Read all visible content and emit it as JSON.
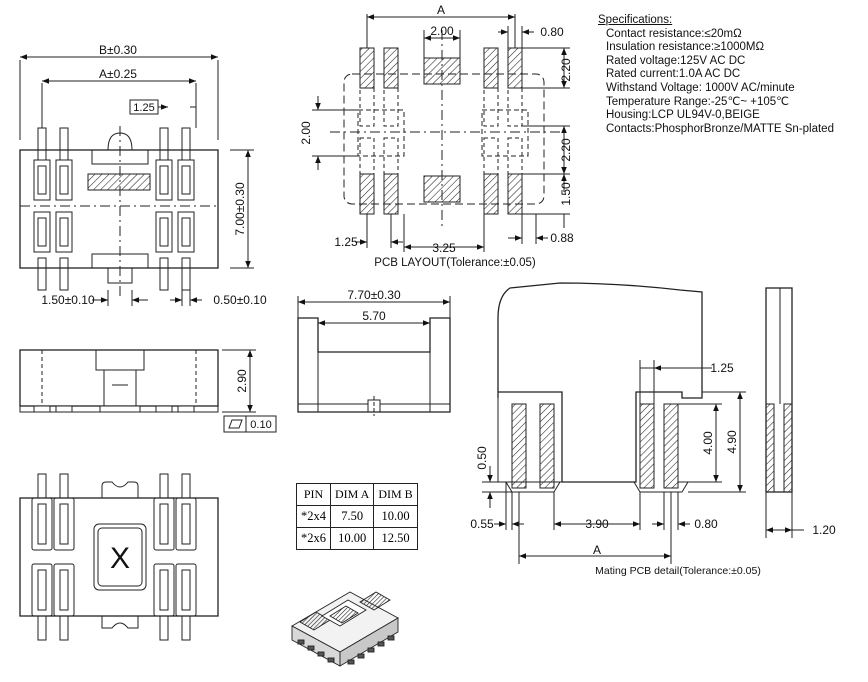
{
  "specifications": {
    "heading": "Specifications:",
    "lines": [
      "Contact resistance:≤20mΩ",
      "Insulation resistance:≥1000MΩ",
      "Rated voltage:125V AC DC",
      "Rated current:1.0A AC DC",
      "Withstand Voltage: 1000V AC/minute",
      "Temperature Range:-25℃~ +105℃",
      "Housing:LCP UL94V-0,BEIGE",
      "Contacts:PhosphorBronze/MATTE Sn-plated"
    ]
  },
  "top_view": {
    "dim_b": "B±0.30",
    "dim_a": "A±0.25",
    "dim_pitch": "1.25",
    "dim_height": "7.00±0.30",
    "dim_tail": "1.50±0.10",
    "dim_pin": "0.50±0.10"
  },
  "pcb_layout": {
    "caption": "PCB LAYOUT(Tolerance:±0.05)",
    "dim_a": "A",
    "dim_200_top": "2.00",
    "dim_080": "0.80",
    "dim_220_top": "2.20",
    "dim_200_left": "2.00",
    "dim_220_mid": "2.20",
    "dim_150": "1.50",
    "dim_125": "1.25",
    "dim_325": "3.25",
    "dim_088": "0.88"
  },
  "side_view": {
    "dim_height": "2.90",
    "flatness_value": "0.10"
  },
  "end_view": {
    "dim_outer": "7.70±0.30",
    "dim_inner": "5.70"
  },
  "dim_table": {
    "headers": [
      "PIN",
      "DIM A",
      "DIM B"
    ],
    "rows": [
      [
        "*2x4",
        "7.50",
        "10.00"
      ],
      [
        "*2x6",
        "10.00",
        "12.50"
      ]
    ]
  },
  "mating_pcb": {
    "caption": "Mating PCB detail(Tolerance:±0.05)",
    "dim_125": "1.25",
    "dim_400": "4.00",
    "dim_490": "4.90",
    "dim_050": "0.50",
    "dim_055": "0.55",
    "dim_390": "3.90",
    "dim_080": "0.80",
    "dim_a": "A",
    "dim_120": "1.20"
  }
}
